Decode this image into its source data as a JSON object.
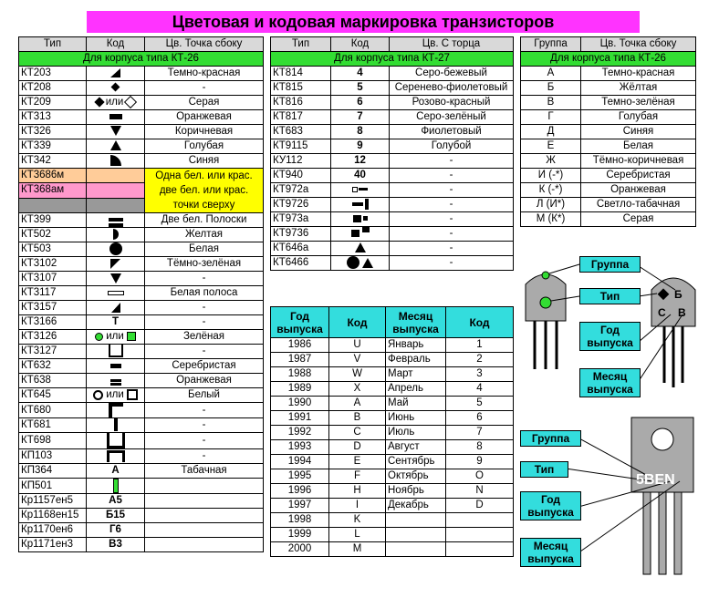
{
  "title": "Цветовая  и  кодовая  маркировка  транзисторов",
  "t1": {
    "headers": [
      "Тип",
      "Код",
      "Цв. Точка  сбоку"
    ],
    "section": "Для корпуса  типа КТ-26",
    "rows": [
      {
        "type": "КТ203",
        "code": "",
        "dot": "Темно-красная"
      },
      {
        "type": "КТ208",
        "code": "",
        "dot": "-"
      },
      {
        "type": "КТ209",
        "code": "или",
        "dot": "Серая"
      },
      {
        "type": "КТ313",
        "code": "",
        "dot": "Оранжевая"
      },
      {
        "type": "КТ326",
        "code": "",
        "dot": "Коричневая"
      },
      {
        "type": "КТ339",
        "code": "",
        "dot": "Голубая"
      },
      {
        "type": "КТ342",
        "code": "",
        "dot": "Синяя"
      },
      {
        "type": "КТ3686м",
        "code": "",
        "dot": ""
      },
      {
        "type": "КТ368ам",
        "code": "",
        "dot": ""
      },
      {
        "type": "",
        "code": "",
        "dot": ""
      },
      {
        "type": "КТ399",
        "code": "",
        "dot": "Две бел. Полоски"
      },
      {
        "type": "КТ502",
        "code": "",
        "dot": "Желтая"
      },
      {
        "type": "КТ503",
        "code": "",
        "dot": "Белая"
      },
      {
        "type": "КТ3102",
        "code": "",
        "dot": "Тёмно-зелёная"
      },
      {
        "type": "КТ3107",
        "code": "",
        "dot": "-"
      },
      {
        "type": "КТ3117",
        "code": "",
        "dot": "Белая полоса"
      },
      {
        "type": "КТ3157",
        "code": "",
        "dot": "-"
      },
      {
        "type": "КТ3166",
        "code": "T",
        "dot": "-"
      },
      {
        "type": "КТ3126",
        "code": "или",
        "dot": "Зелёная"
      },
      {
        "type": "КТ3127",
        "code": "",
        "dot": "-"
      },
      {
        "type": "КТ632",
        "code": "",
        "dot": "Серебристая"
      },
      {
        "type": "КТ638",
        "code": "",
        "dot": "Оранжевая"
      },
      {
        "type": "КТ645",
        "code": "или",
        "dot": "Белый"
      },
      {
        "type": "КТ680",
        "code": "",
        "dot": "-"
      },
      {
        "type": "КТ681",
        "code": "",
        "dot": "-"
      },
      {
        "type": "КТ698",
        "code": "",
        "dot": "-"
      },
      {
        "type": "КП103",
        "code": "",
        "dot": "-"
      },
      {
        "type": "КП364",
        "code": "A",
        "dot": "Табачная"
      },
      {
        "type": "КП501",
        "code": "",
        "dot": ""
      },
      {
        "type": "Кр1157ен5",
        "code": "А5",
        "dot": ""
      },
      {
        "type": "Кр1168ен15",
        "code": "Б15",
        "dot": ""
      },
      {
        "type": "Кр1170ен6",
        "code": "Г6",
        "dot": ""
      },
      {
        "type": "Кр1171ен3",
        "code": "В3",
        "dot": ""
      }
    ],
    "yellow_note": "Одна бел. или крас. две бел. или крас. точки  сверху"
  },
  "t2": {
    "headers": [
      "Тип",
      "Код",
      "Цв. С торца"
    ],
    "section": "Для корпуса  типа КТ-27",
    "rows": [
      {
        "type": "КТ814",
        "code": "4",
        "color": "Серо-бежевый"
      },
      {
        "type": "КТ815",
        "code": "5",
        "color": "Серенево-фиолетовый"
      },
      {
        "type": "КТ816",
        "code": "6",
        "color": "Розово-красный"
      },
      {
        "type": "КТ817",
        "code": "7",
        "color": "Серо-зелёный"
      },
      {
        "type": "КТ683",
        "code": "8",
        "color": "Фиолетовый"
      },
      {
        "type": "КТ9115",
        "code": "9",
        "color": "Голубой"
      },
      {
        "type": "КУ112",
        "code": "12",
        "color": "-"
      },
      {
        "type": "КТ940",
        "code": "40",
        "color": "-"
      },
      {
        "type": "КТ972а",
        "code": "",
        "color": "-"
      },
      {
        "type": "КТ9726",
        "code": "",
        "color": "-"
      },
      {
        "type": "КТ973а",
        "code": "",
        "color": "-"
      },
      {
        "type": "КТ9736",
        "code": "",
        "color": "-"
      },
      {
        "type": "КТ646а",
        "code": "",
        "color": "-"
      },
      {
        "type": "КТ6466",
        "code": "",
        "color": "-"
      }
    ]
  },
  "t3": {
    "headers": [
      "Группа",
      "Цв. Точка  сбоку"
    ],
    "section": "Для корпуса  типа КТ-26",
    "rows": [
      {
        "group": "А",
        "color": "Темно-красная"
      },
      {
        "group": "Б",
        "color": "Жёлтая"
      },
      {
        "group": "В",
        "color": "Темно-зелёная"
      },
      {
        "group": "Г",
        "color": "Голубая"
      },
      {
        "group": "Д",
        "color": "Синяя"
      },
      {
        "group": "Е",
        "color": "Белая"
      },
      {
        "group": "Ж",
        "color": "Тёмно-коричневая"
      },
      {
        "group": "И (-*)",
        "color": "Серебристая"
      },
      {
        "group": "К (-*)",
        "color": "Оранжевая"
      },
      {
        "group": "Л (И*)",
        "color": "Светло-табачная"
      },
      {
        "group": "М (К*)",
        "color": "Серая"
      }
    ]
  },
  "t4": {
    "headers": [
      "Год выпуска",
      "Код",
      "Месяц выпуска",
      "Код"
    ],
    "rows": [
      {
        "year": "1986",
        "ycode": "U",
        "month": "Январь",
        "mcode": "1"
      },
      {
        "year": "1987",
        "ycode": "V",
        "month": "Февраль",
        "mcode": "2"
      },
      {
        "year": "1988",
        "ycode": "W",
        "month": "Март",
        "mcode": "3"
      },
      {
        "year": "1989",
        "ycode": "X",
        "month": "Апрель",
        "mcode": "4"
      },
      {
        "year": "1990",
        "ycode": "A",
        "month": "Май",
        "mcode": "5"
      },
      {
        "year": "1991",
        "ycode": "B",
        "month": "Июнь",
        "mcode": "6"
      },
      {
        "year": "1992",
        "ycode": "C",
        "month": "Июль",
        "mcode": "7"
      },
      {
        "year": "1993",
        "ycode": "D",
        "month": "Август",
        "mcode": "8"
      },
      {
        "year": "1994",
        "ycode": "E",
        "month": "Сентябрь",
        "mcode": "9"
      },
      {
        "year": "1995",
        "ycode": "F",
        "month": "Октябрь",
        "mcode": "O"
      },
      {
        "year": "1996",
        "ycode": "H",
        "month": "Ноябрь",
        "mcode": "N"
      },
      {
        "year": "1997",
        "ycode": "I",
        "month": "Декабрь",
        "mcode": "D"
      },
      {
        "year": "1998",
        "ycode": "K",
        "month": "",
        "mcode": ""
      },
      {
        "year": "1999",
        "ycode": "L",
        "month": "",
        "mcode": ""
      },
      {
        "year": "2000",
        "ycode": "M",
        "month": "",
        "mcode": ""
      }
    ]
  },
  "diagram": {
    "kt26_labels": [
      "Группа",
      "Тип",
      "Год выпуска",
      "Месяц выпуска"
    ],
    "kt26_pins": [
      "Б",
      "С",
      "В"
    ],
    "kt27_labels": [
      "Группа",
      "Тип",
      "Год выпуска",
      "Месяц выпуска"
    ],
    "kt27_marking": "5BEN"
  },
  "colors": {
    "title_bg": "#ff33ff",
    "section_bg": "#33dd33",
    "label_bg": "#33dddd",
    "highlight_yellow": "#ffff00",
    "highlight_orange": "#ffcc99",
    "highlight_pink": "#ff99cc"
  }
}
